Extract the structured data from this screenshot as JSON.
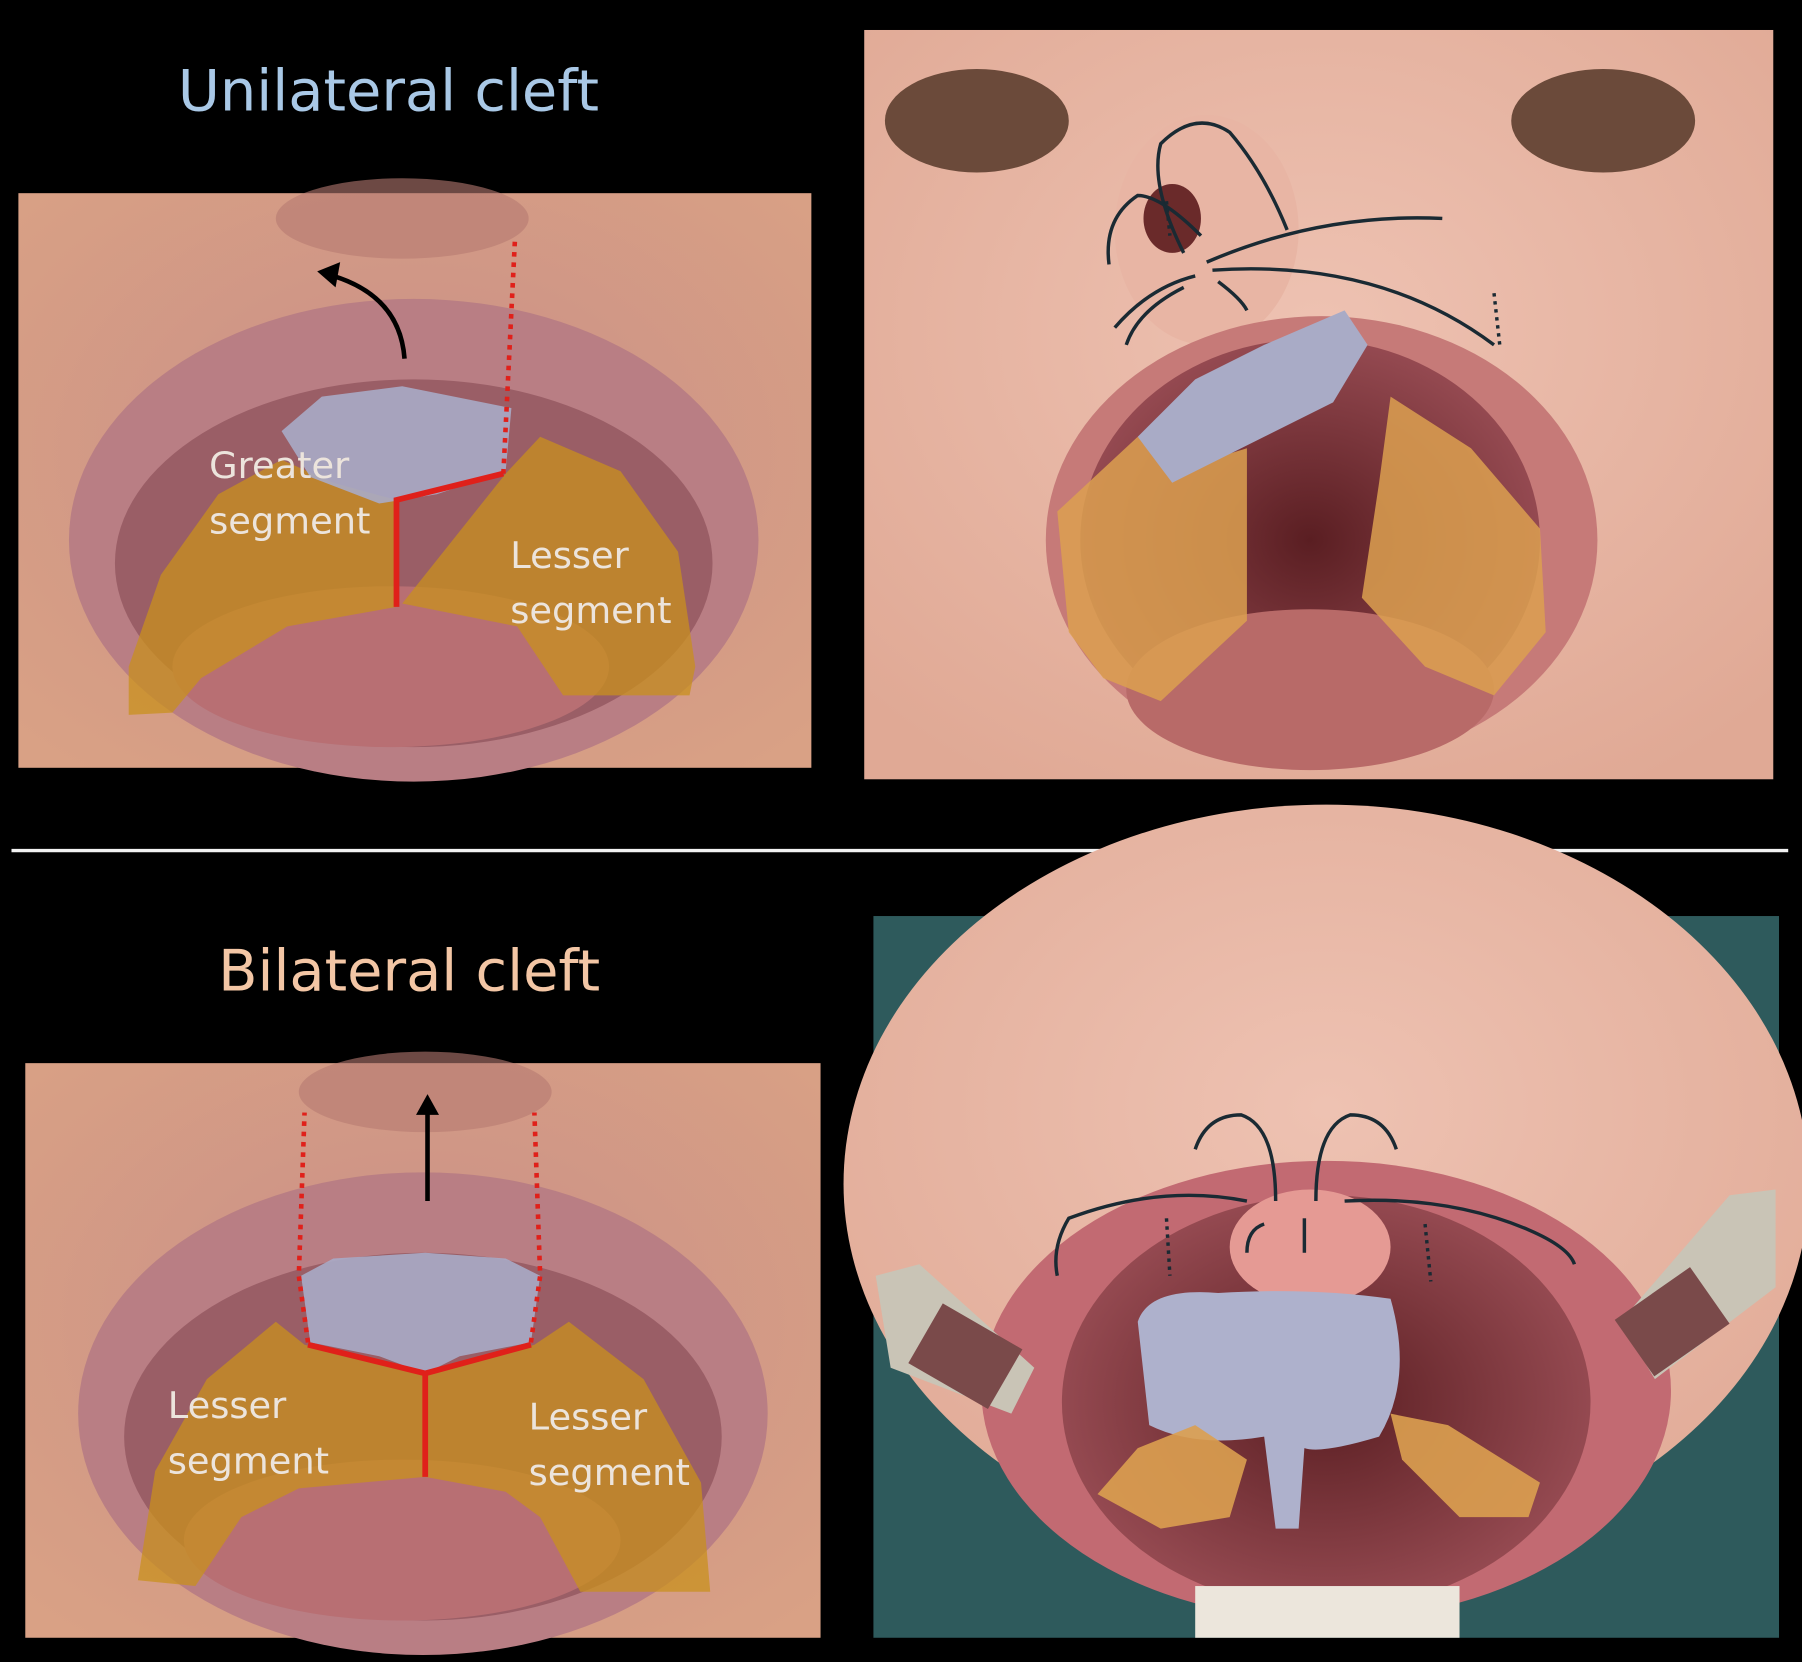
{
  "unilateral": {
    "title": "Unilateral cleft",
    "greater_line1": "Greater",
    "greater_line2": "segment",
    "lesser_line1": "Lesser",
    "lesser_line2": "segment"
  },
  "bilateral": {
    "title": "Bilateral cleft",
    "lesser_left_line1": "Lesser",
    "lesser_left_line2": "segment",
    "lesser_right_line1": "Lesser",
    "lesser_right_line2": "segment"
  },
  "colors": {
    "unilateral_title": "#a9c8e6",
    "bilateral_title": "#f3c6a5",
    "segment_overlay": "#c8901e",
    "premaxilla_overlay": "#a9abc6",
    "cleft_line": "#e0201a"
  }
}
